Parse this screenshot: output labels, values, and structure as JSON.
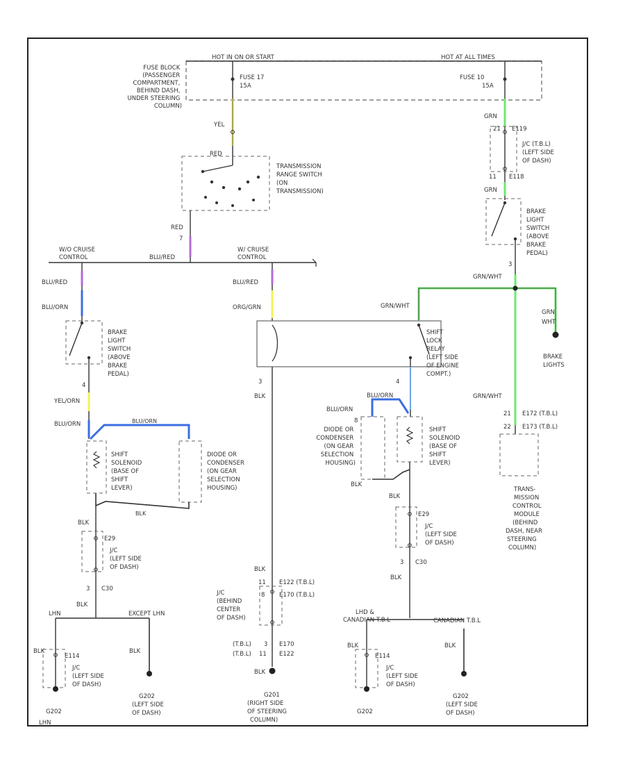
{
  "colors": {
    "wire": "#222222",
    "yellow": "#f2f25a",
    "green": "#6fe86f",
    "violet": "#b36ad9",
    "blue": "#3b6ee0",
    "background": "#ffffff"
  },
  "power": {
    "hot_left": "HOT IN ON OR START",
    "hot_right": "HOT AT ALL TIMES",
    "fuse17": "FUSE 17",
    "fuse17_amp": "15A",
    "fuse10": "FUSE 10",
    "fuse10_amp": "15A",
    "fuse_block": [
      "FUSE BLOCK",
      "(PASSENGER",
      "COMPARTMENT,",
      "BEHIND DASH,",
      "UNDER STEERING",
      "COLUMN)"
    ]
  },
  "trs": {
    "wire_top": "YEL",
    "wire_mid": "RED",
    "wire_out": "RED",
    "pin": "7",
    "desc": [
      "TRANSMISSION",
      "RANGE SWITCH",
      "(ON",
      "TRANSMISSION)"
    ]
  },
  "jc_top_right": {
    "wire": "GRN",
    "conn_top": "E119",
    "pin_top": "21",
    "conn_bot": "E118",
    "pin_bot": "11",
    "desc": [
      "J/C (T.B.L)",
      "(LEFT SIDE",
      "OF DASH)"
    ]
  },
  "brake_switch_right": {
    "wire": "GRN",
    "pin": "3",
    "desc": [
      "BRAKE",
      "LIGHT",
      "SWITCH",
      "(ABOVE",
      "BRAKE",
      "PEDAL)"
    ]
  },
  "bus": {
    "left_label": [
      "W/O CRUISE",
      "CONTROL"
    ],
    "right_label": [
      "W/ CRUISE",
      "CONTROL"
    ],
    "wire": "BLU/RED"
  },
  "left_branch": {
    "wire1": "BLU/RED",
    "wire2": "BLU/ORN",
    "brake_desc": [
      "BRAKE",
      "LIGHT",
      "SWITCH",
      "(ABOVE",
      "BRAKE",
      "PEDAL)"
    ],
    "pin": "4",
    "wire3": "YEL/ORN",
    "wire4": "BLU/ORN",
    "wire5": "BLU/ORN",
    "solenoid_desc": [
      "SHIFT",
      "SOLENOID",
      "(BASE OF",
      "SHIFT",
      "LEVER)"
    ],
    "diode_desc": [
      "DIODE OR",
      "CONDENSER",
      "(ON GEAR",
      "SELECTION",
      "HOUSING)"
    ],
    "bottom_wire": "BLK",
    "blk1": "BLK",
    "conn": "E29",
    "jc_desc": [
      "J/C",
      "(LEFT SIDE",
      "OF DASH)"
    ],
    "pin3": "3",
    "conn2": "C30",
    "blk2": "BLK",
    "split_l": "LHN",
    "split_r": "EXCEPT LHN",
    "blk3": "BLK",
    "conn3": "E114",
    "jc2_desc": [
      "J/C",
      "(LEFT SIDE",
      "OF DASH)"
    ],
    "g1": "G202",
    "g1_sub": "LHN",
    "blk4": "BLK",
    "g2": "G202",
    "g2_desc": [
      "(LEFT SIDE",
      "OF DASH)"
    ]
  },
  "middle_branch": {
    "wire1": "BLU/RED",
    "wire2": "ORG/GRN",
    "pin": "3",
    "blk": "BLK",
    "blk2": "BLK",
    "c1_pin": "11",
    "c1": "E122 (T.B.L)",
    "c2_pin": "8",
    "c2": "E170 (T.B.L)",
    "jc_desc": [
      "J/C",
      "(BEHIND",
      "CENTER",
      "OF DASH)"
    ],
    "c3": "E170",
    "c3_pre": "(T.B.L)",
    "c3_pin": "3",
    "c4": "E122",
    "c4_pre": "(T.B.L)",
    "c4_pin": "11",
    "blk3": "BLK",
    "ground": "G201",
    "ground_desc": [
      "(RIGHT SIDE",
      "OF STEERING",
      "COLUMN)"
    ]
  },
  "relay": {
    "wire_in": "GRN/WHT",
    "desc": [
      "SHIFT",
      "LOCK",
      "RELAY",
      "(LEFT SIDE",
      "OF ENGINE",
      "COMPT.)"
    ],
    "pin": "4"
  },
  "right_branch": {
    "wire_top": "BLU/ORN",
    "wire_left": "BLU/ORN",
    "pin8": "8",
    "diode_desc": [
      "DIODE OR",
      "CONDENSER",
      "(ON GEAR",
      "SELECTION",
      "HOUSING)"
    ],
    "solenoid_desc": [
      "SHIFT",
      "SOLENOID",
      "(BASE OF",
      "SHIFT",
      "LEVER)"
    ],
    "blk1": "BLK",
    "blk2": "BLK",
    "conn": "E29",
    "jc_desc": [
      "J/C",
      "(LEFT SIDE",
      "OF DASH)"
    ],
    "pin3": "3",
    "conn2": "C30",
    "blk3": "BLK",
    "split_l": [
      "LHD &",
      "CANADIAN T.B.L"
    ],
    "split_r": "CANADIAN T.B.L",
    "blk4": "BLK",
    "conn3": "E114",
    "jc2_desc": [
      "J/C",
      "(LEFT SIDE",
      "OF DASH)"
    ],
    "g1": "G202",
    "blk5": "BLK",
    "g2": "G202",
    "g2_desc": [
      "(LEFT SIDE",
      "OF DASH)"
    ]
  },
  "brake_lights": {
    "wire_main": "GRN/WHT",
    "wire_branch": [
      "GRN",
      "WHT"
    ],
    "desc": [
      "BRAKE",
      "LIGHTS"
    ]
  },
  "tcm": {
    "wire": "GRN/WHT",
    "pin1": "21",
    "c1": "E172 (T.B.L)",
    "pin2": "22",
    "c2": "E173 (T.B.L)",
    "desc": [
      "TRANS-",
      "MISSION",
      "CONTROL",
      "MODULE",
      "(BEHIND",
      "DASH, NEAR",
      "STEERING",
      "COLUMN)"
    ]
  }
}
